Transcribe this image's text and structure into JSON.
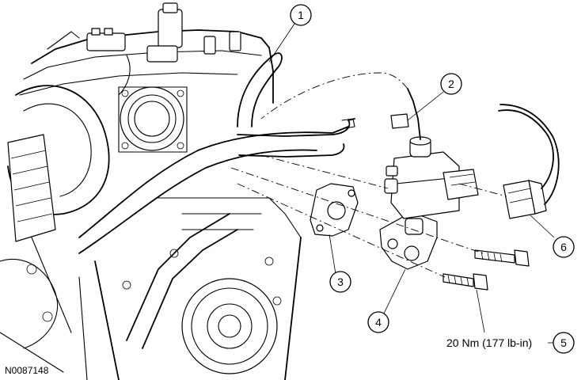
{
  "figure_id": "N0087148",
  "callouts": [
    {
      "number": "1"
    },
    {
      "number": "2"
    },
    {
      "number": "3"
    },
    {
      "number": "4"
    },
    {
      "number": "5"
    },
    {
      "number": "6"
    }
  ],
  "torque_spec": "20 Nm (177 lb-in)"
}
